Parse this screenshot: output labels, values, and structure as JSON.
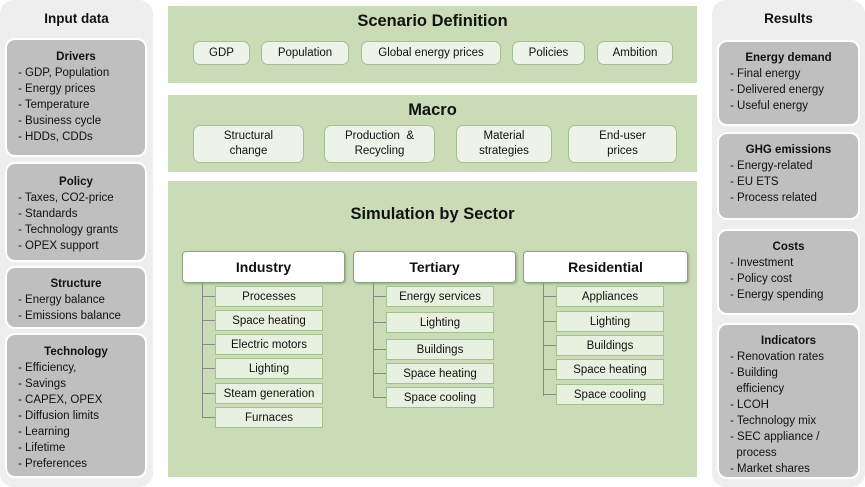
{
  "input": {
    "title": "Input data",
    "groups": [
      {
        "title": "Drivers",
        "items": [
          "GDP, Population",
          "Energy prices",
          "Temperature",
          "Business cycle",
          "HDDs, CDDs"
        ]
      },
      {
        "title": "Policy",
        "items": [
          "Taxes, CO2-price",
          "Standards",
          "Technology grants",
          "OPEX support"
        ]
      },
      {
        "title": "Structure",
        "items": [
          "Energy balance",
          "Emissions balance"
        ]
      },
      {
        "title": "Technology",
        "items": [
          "Efficiency,",
          "Savings",
          "CAPEX, OPEX",
          "Diffusion limits",
          "Learning",
          "Lifetime",
          "Preferences"
        ]
      }
    ]
  },
  "scenario": {
    "title": "Scenario Definition",
    "items": [
      "GDP",
      "Population",
      "Global energy prices",
      "Policies",
      "Ambition"
    ]
  },
  "macro": {
    "title": "Macro",
    "items": [
      {
        "l1": "Structural",
        "l2": "change"
      },
      {
        "l1": "Production  &",
        "l2": "Recycling"
      },
      {
        "l1": "Material",
        "l2": "strategies"
      },
      {
        "l1": "End-user",
        "l2": "prices"
      }
    ]
  },
  "simulation": {
    "title": "Simulation by Sector",
    "sectors": [
      {
        "name": "Industry",
        "items": [
          "Processes",
          "Space heating",
          "Electric motors",
          "Lighting",
          "Steam generation",
          "Furnaces"
        ]
      },
      {
        "name": "Tertiary",
        "items": [
          "Energy services",
          "Lighting",
          "Buildings",
          "Space heating",
          "Space cooling"
        ]
      },
      {
        "name": "Residential",
        "items": [
          "Appliances",
          "Lighting",
          "Buildings",
          "Space heating",
          "Space cooling"
        ]
      }
    ]
  },
  "results": {
    "title": "Results",
    "groups": [
      {
        "title": "Energy demand",
        "items": [
          "Final energy",
          "Delivered energy",
          "Useful energy"
        ]
      },
      {
        "title": "GHG emissions",
        "items": [
          "Energy-related",
          "EU ETS",
          "Process related"
        ]
      },
      {
        "title": "Costs",
        "items": [
          "Investment",
          "Policy cost",
          "Energy spending"
        ]
      },
      {
        "title": "Indicators",
        "items": [
          "Renovation rates",
          "Building",
          "efficiency",
          "LCOH",
          "Technology mix",
          "SEC appliance /",
          "process",
          "Market shares"
        ]
      }
    ]
  }
}
